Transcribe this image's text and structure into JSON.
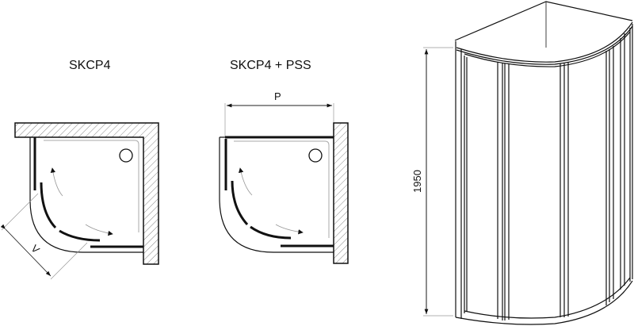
{
  "diagrams": {
    "left": {
      "title": "SKCP4",
      "dimension_label": "V"
    },
    "middle": {
      "title": "SKCP4 + PSS",
      "dimension_label": "P"
    },
    "right": {
      "height_label": "1950"
    }
  },
  "colors": {
    "line": "#111111",
    "hatch": "#888888",
    "thin": "#999999"
  }
}
